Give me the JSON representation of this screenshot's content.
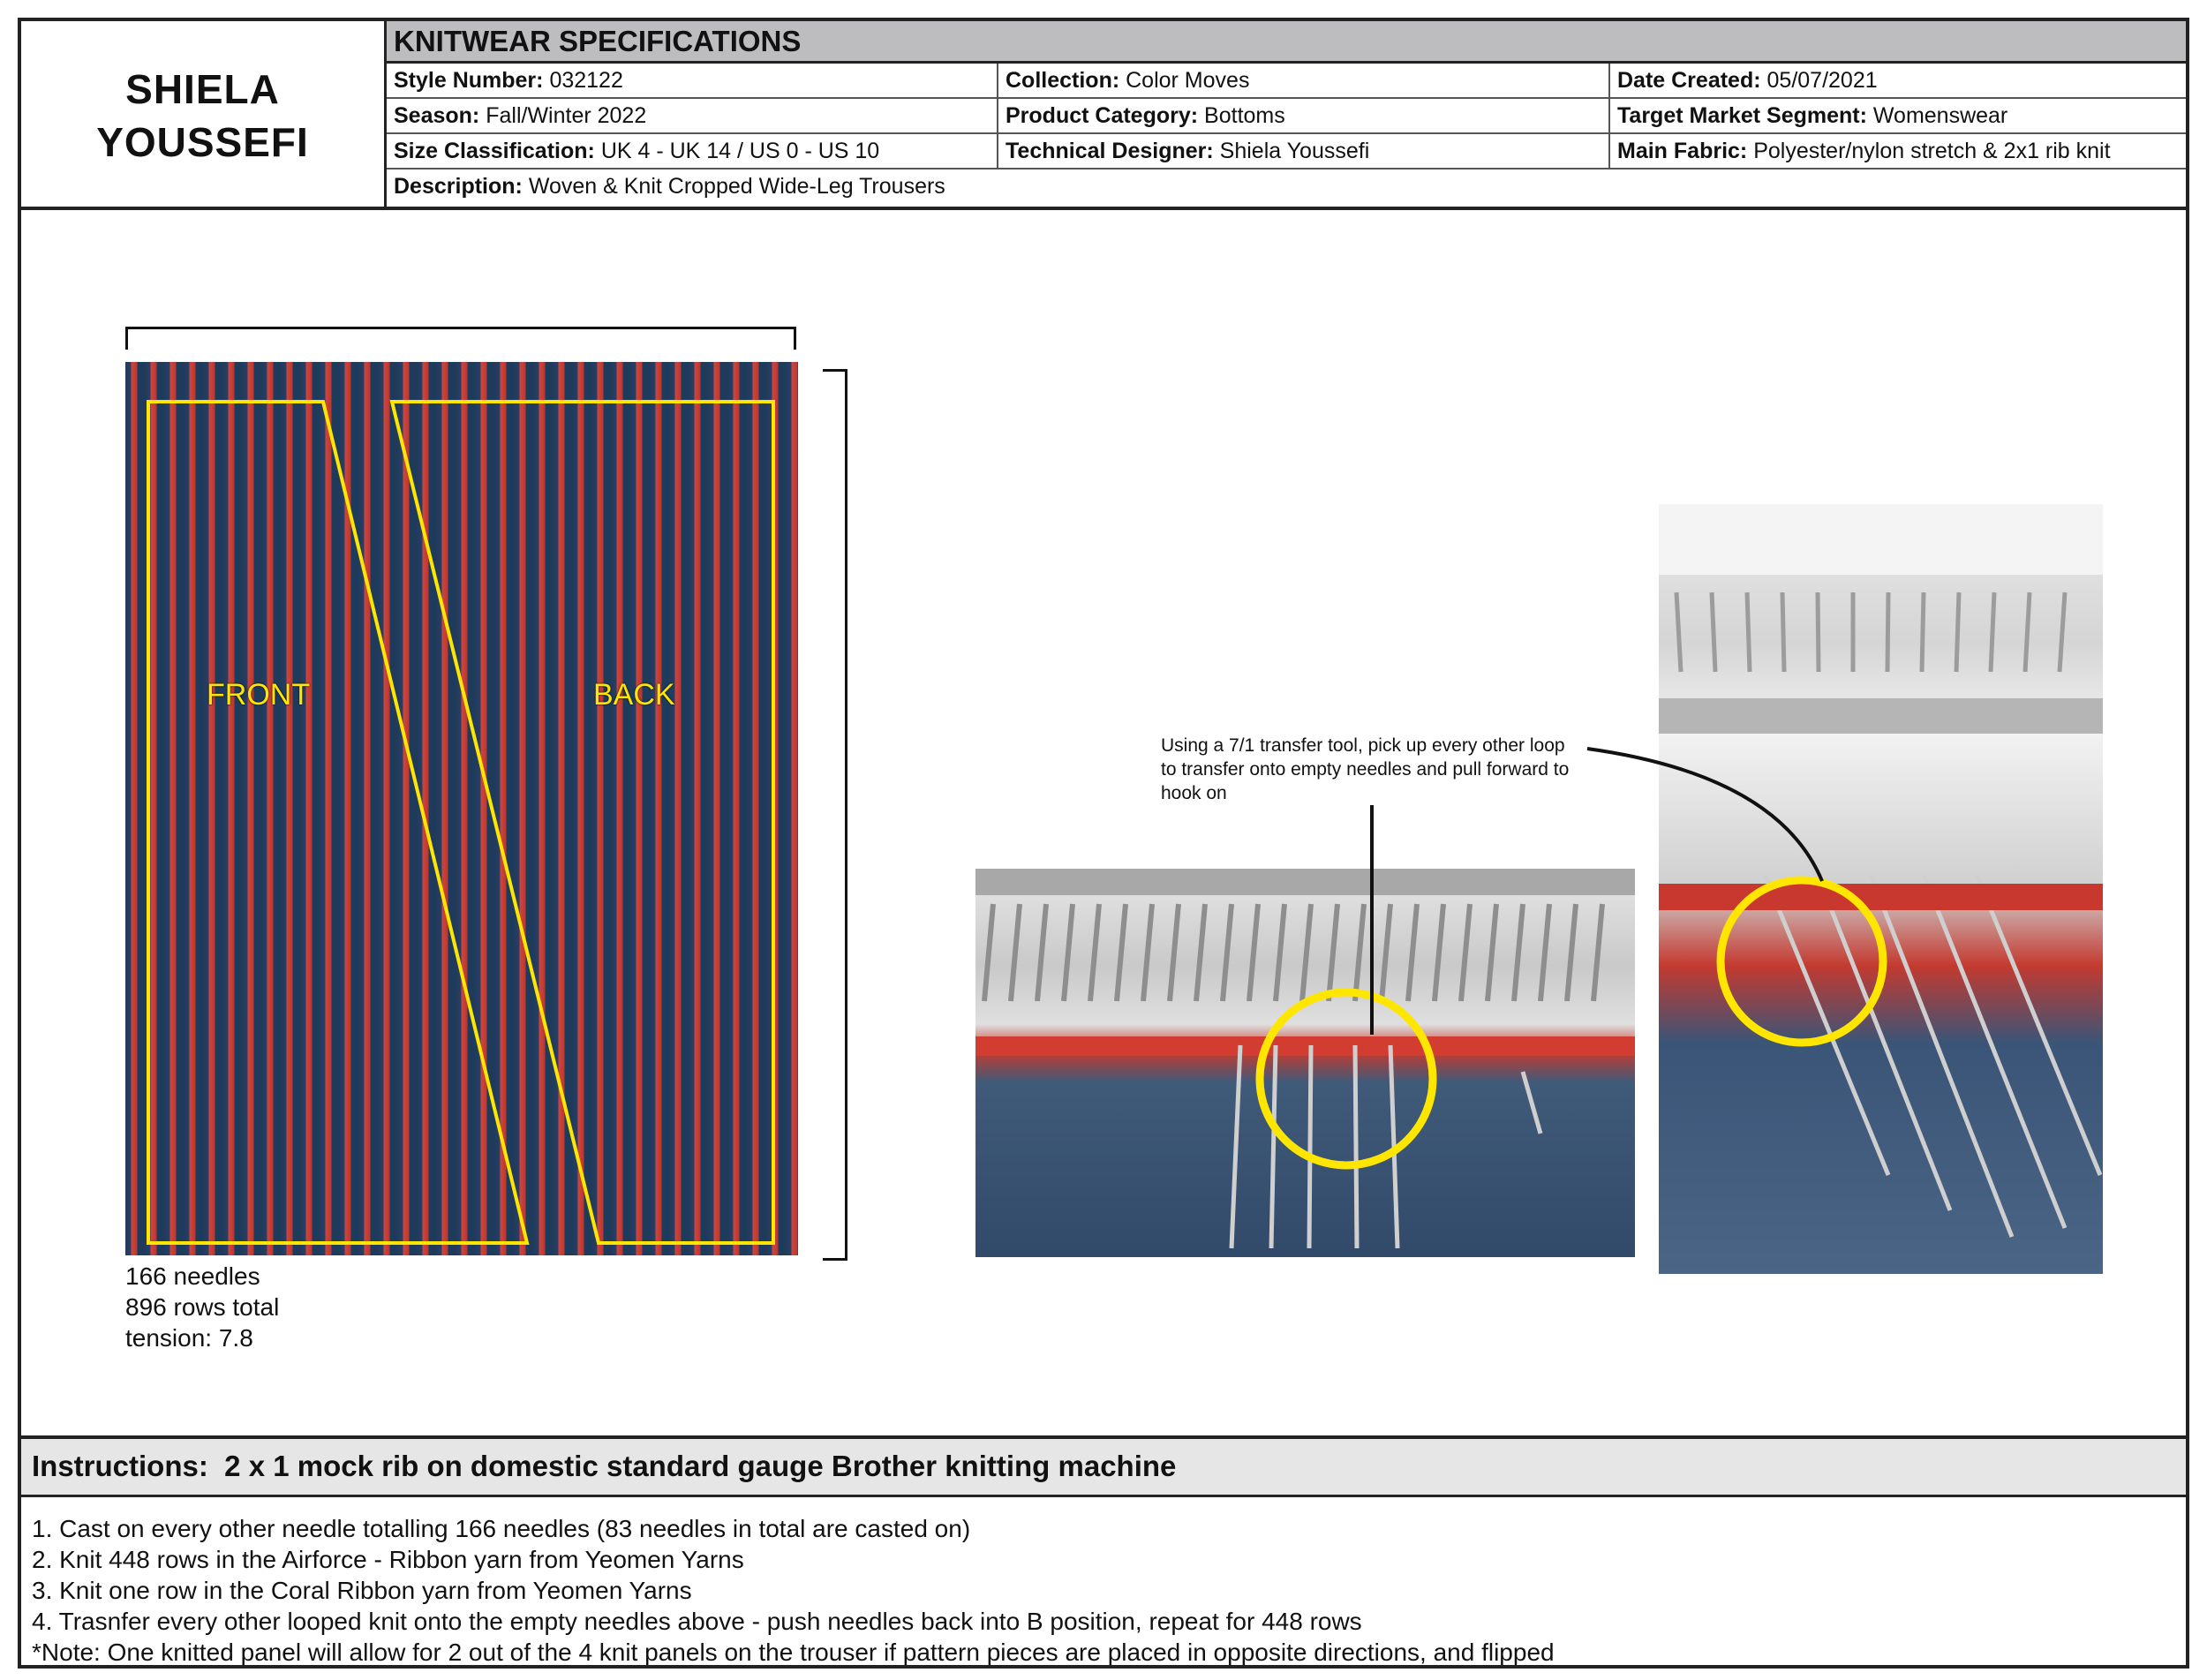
{
  "header": {
    "name_line1": "SHIELA",
    "name_line2": "YOUSSEFI",
    "title": "KNITWEAR SPECIFICATIONS",
    "fields": {
      "style_number": {
        "label": "Style Number:",
        "value": "032122"
      },
      "collection": {
        "label": "Collection:",
        "value": "Color Moves"
      },
      "date_created": {
        "label": "Date Created:",
        "value": "05/07/2021"
      },
      "season": {
        "label": "Season:",
        "value": "Fall/Winter 2022"
      },
      "product_category": {
        "label": "Product Category:",
        "value": "Bottoms"
      },
      "target_market": {
        "label": "Target Market Segment:",
        "value": "Womenswear"
      },
      "size_classification": {
        "label": "Size Classification:",
        "value": "UK 4 - UK 14 / US 0 - US 10"
      },
      "technical_designer": {
        "label": "Technical Designer:",
        "value": "Shiela Youssefi"
      },
      "main_fabric": {
        "label": "Main Fabric:",
        "value": "Polyester/nylon stretch & 2x1 rib knit"
      },
      "description": {
        "label": "Description:",
        "value": "Woven & Knit Cropped Wide-Leg Trousers"
      }
    }
  },
  "swatch": {
    "front_label": "FRONT",
    "back_label": "BACK",
    "notes": [
      "166 needles",
      "896 rows total",
      "tension: 7.8"
    ]
  },
  "callout": {
    "text": "Using a 7/1 transfer tool, pick up every other loop to transfer onto empty needles and pull forward to hook on"
  },
  "instructions": {
    "title": "Instructions:  2 x 1 mock rib on domestic standard gauge Brother knitting machine",
    "steps": [
      "1. Cast on every other needle totalling 166 needles (83 needles in total are casted on)",
      "2. Knit 448 rows in the Airforce - Ribbon yarn from Yeomen Yarns",
      "3. Knit one row in the Coral Ribbon yarn from Yeomen Yarns",
      "4. Trasnfer every other looped knit onto the empty needles above - push needles back into B position, repeat for 448 rows",
      "*Note: One knitted panel will allow for 2 out of the 4 knit panels on the trouser if pattern pieces are placed in opposite directions, and flipped"
    ]
  },
  "colors": {
    "navy_yarn": "#1f3b5c",
    "coral_yarn": "#d2443c",
    "highlight": "#ffe600",
    "header_gray": "#bdbdbf",
    "instruction_gray": "#e6e6e6"
  }
}
